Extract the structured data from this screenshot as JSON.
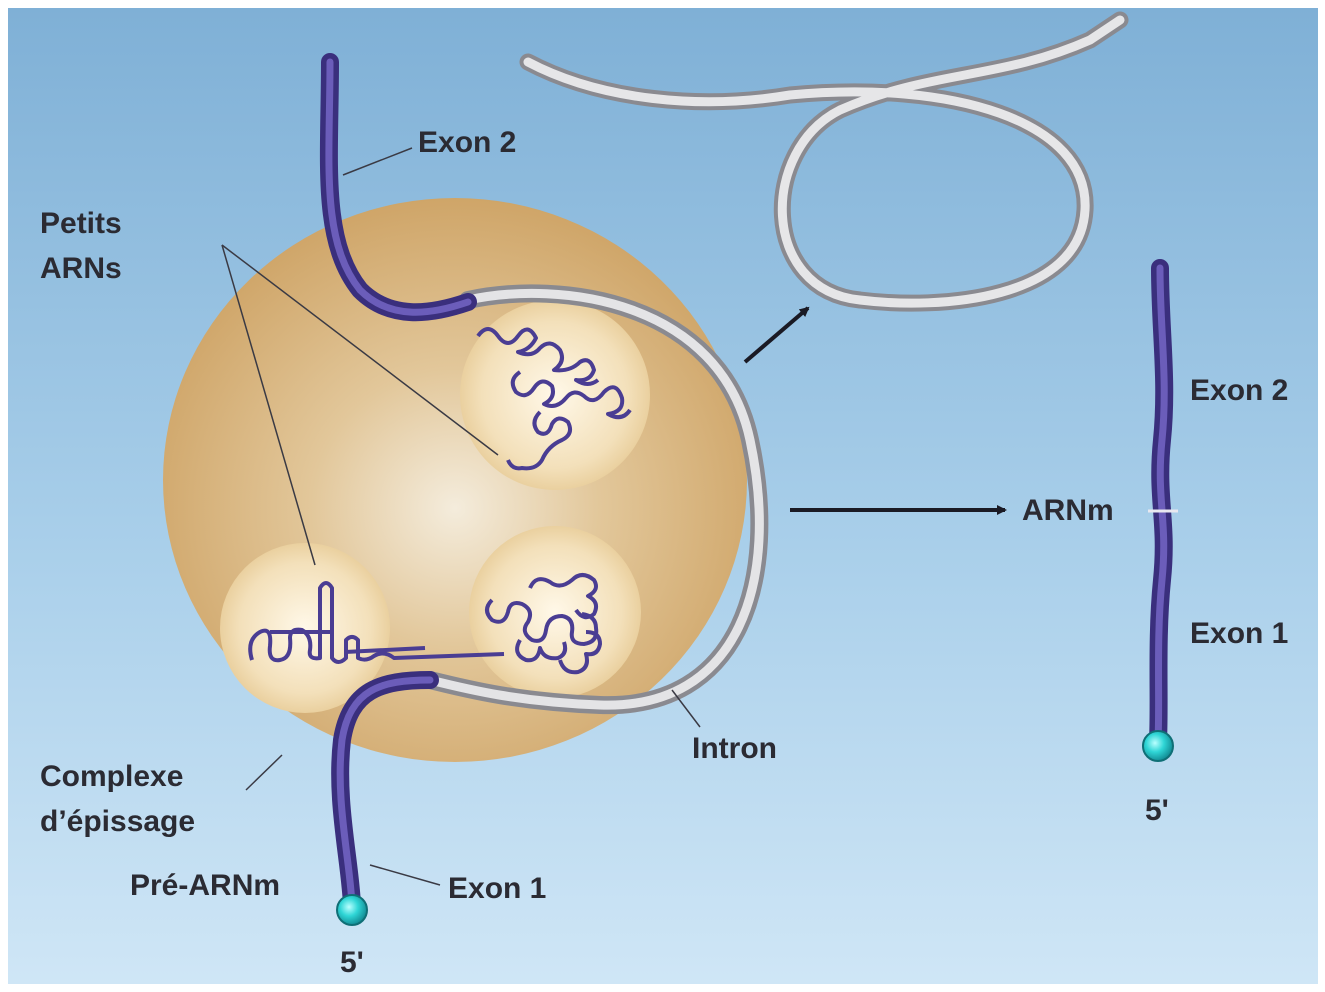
{
  "labels": {
    "exon2_left": "Exon 2",
    "petits_line1": "Petits",
    "petits_line2": "ARNs",
    "complexe_line1": "Complexe",
    "complexe_line2": "d’épissage",
    "pre_arnm": "Pré-ARNm",
    "exon1_left": "Exon 1",
    "five_prime_left": "5'",
    "intron": "Intron",
    "arnm": "ARNm",
    "exon2_right": "Exon 2",
    "exon1_right": "Exon 1",
    "five_prime_right": "5'"
  },
  "colors": {
    "background_top": "#7fb0d6",
    "background_bottom": "#cfe6f6",
    "complex_body": "#d7b27a",
    "subunit": "#f5e6c6",
    "exon_strand": "#4a3d93",
    "intron_strand": "#b9b9bd",
    "five_prime_cap": "#2fd6d6",
    "label_text": "#2b2b33"
  }
}
